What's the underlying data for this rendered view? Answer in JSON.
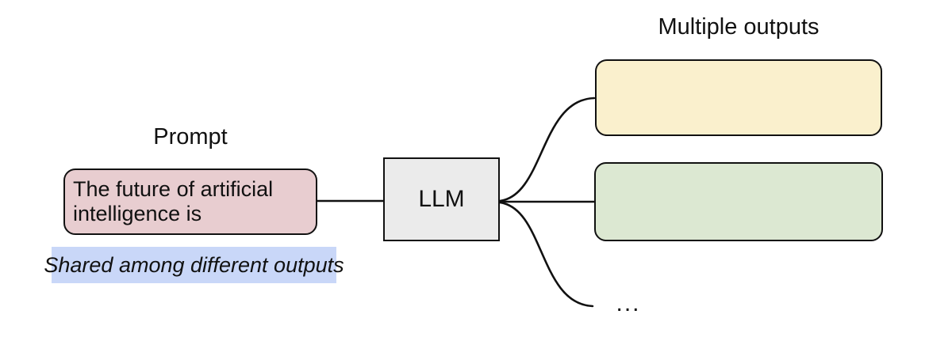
{
  "diagram": {
    "prompt_label": "Prompt",
    "prompt_box_text": "The future of artificial intelligence is",
    "shared_note": "Shared among different outputs",
    "llm_label": "LLM",
    "outputs_label": "Multiple outputs",
    "more_outputs_ellipsis": "...",
    "colors": {
      "background": "#ffffff",
      "stroke": "#111111",
      "prompt_fill": "#e8cdd0",
      "note_fill": "#c9d7f8",
      "llm_fill": "#ebebeb",
      "output_top_fill": "#faf0cd",
      "output_middle_fill": "#dce8d2"
    }
  }
}
